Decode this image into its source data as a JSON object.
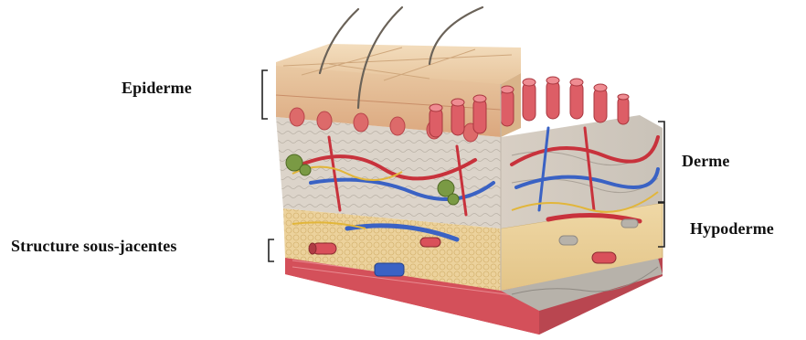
{
  "labels": {
    "epiderme": "Epiderme",
    "derme": "Derme",
    "hypoderme": "Hypoderme",
    "structure": "Structure sous-jacentes"
  },
  "colors": {
    "epidermis": "#e9c9a3",
    "dermis": "#d9d2c8",
    "hypodermis": "#e8cf9a",
    "muscle": "#d9505a",
    "artery": "#c8323c",
    "vein": "#3a62c4",
    "nerve": "#e2b63a",
    "gland": "#6a8a3a"
  }
}
